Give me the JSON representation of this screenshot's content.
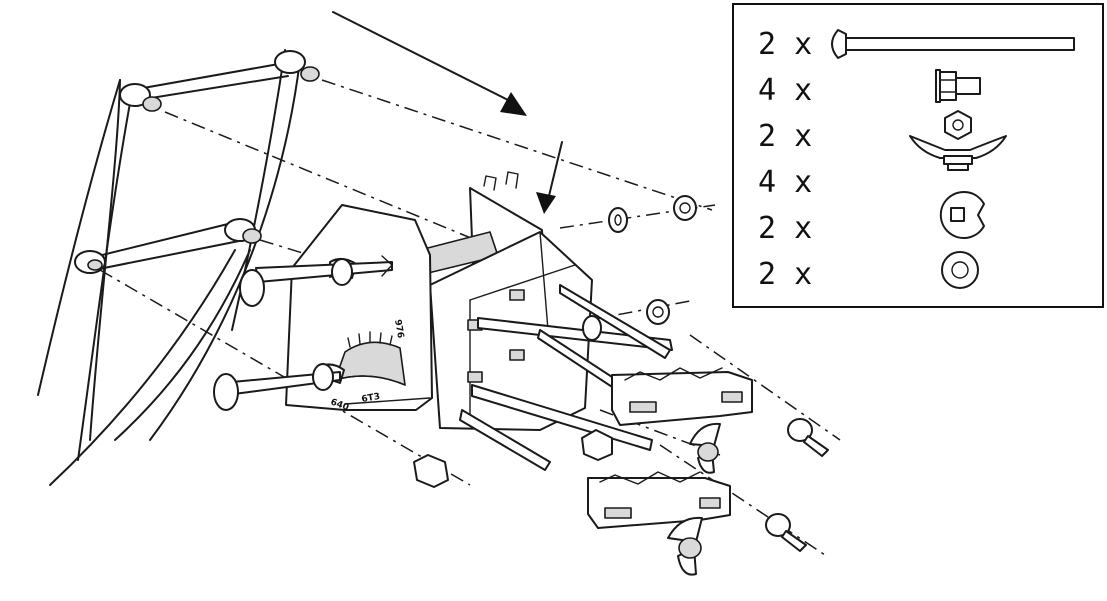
{
  "parts_list": [
    {
      "qty": "2 x",
      "icon": "carriage-bolt-icon"
    },
    {
      "qty": "4 x",
      "icon": "flange-bolt-icon"
    },
    {
      "qty": "2 x",
      "icon": "wing-nut-icon"
    },
    {
      "qty": "4 x",
      "icon": "square-hole-washer-icon"
    },
    {
      "qty": "2 x",
      "icon": "round-washer-icon"
    },
    {
      "qty": "2 x",
      "icon": "flat-washer-icon"
    }
  ],
  "scale_labels": {
    "top": "976",
    "bottom": "6T3",
    "low": "640"
  }
}
